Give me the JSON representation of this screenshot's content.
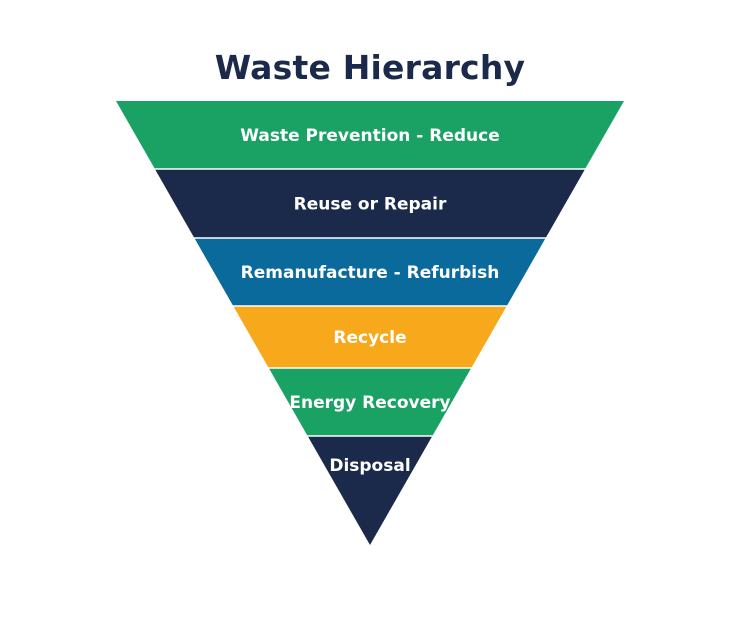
{
  "title": "Waste Hierarchy",
  "tiers": [
    {
      "label": "Waste Prevention - Reduce",
      "color": "#1aa164"
    },
    {
      "label": "Reuse or Repair",
      "color": "#1b2a4a"
    },
    {
      "label": "Remanufacture - Refurbish",
      "color": "#0b6a9c"
    },
    {
      "label": "Recycle",
      "color": "#f7a81b"
    },
    {
      "label": "Energy Recovery",
      "color": "#1aa164"
    },
    {
      "label": "Disposal",
      "color": "#1b2a4a"
    }
  ]
}
